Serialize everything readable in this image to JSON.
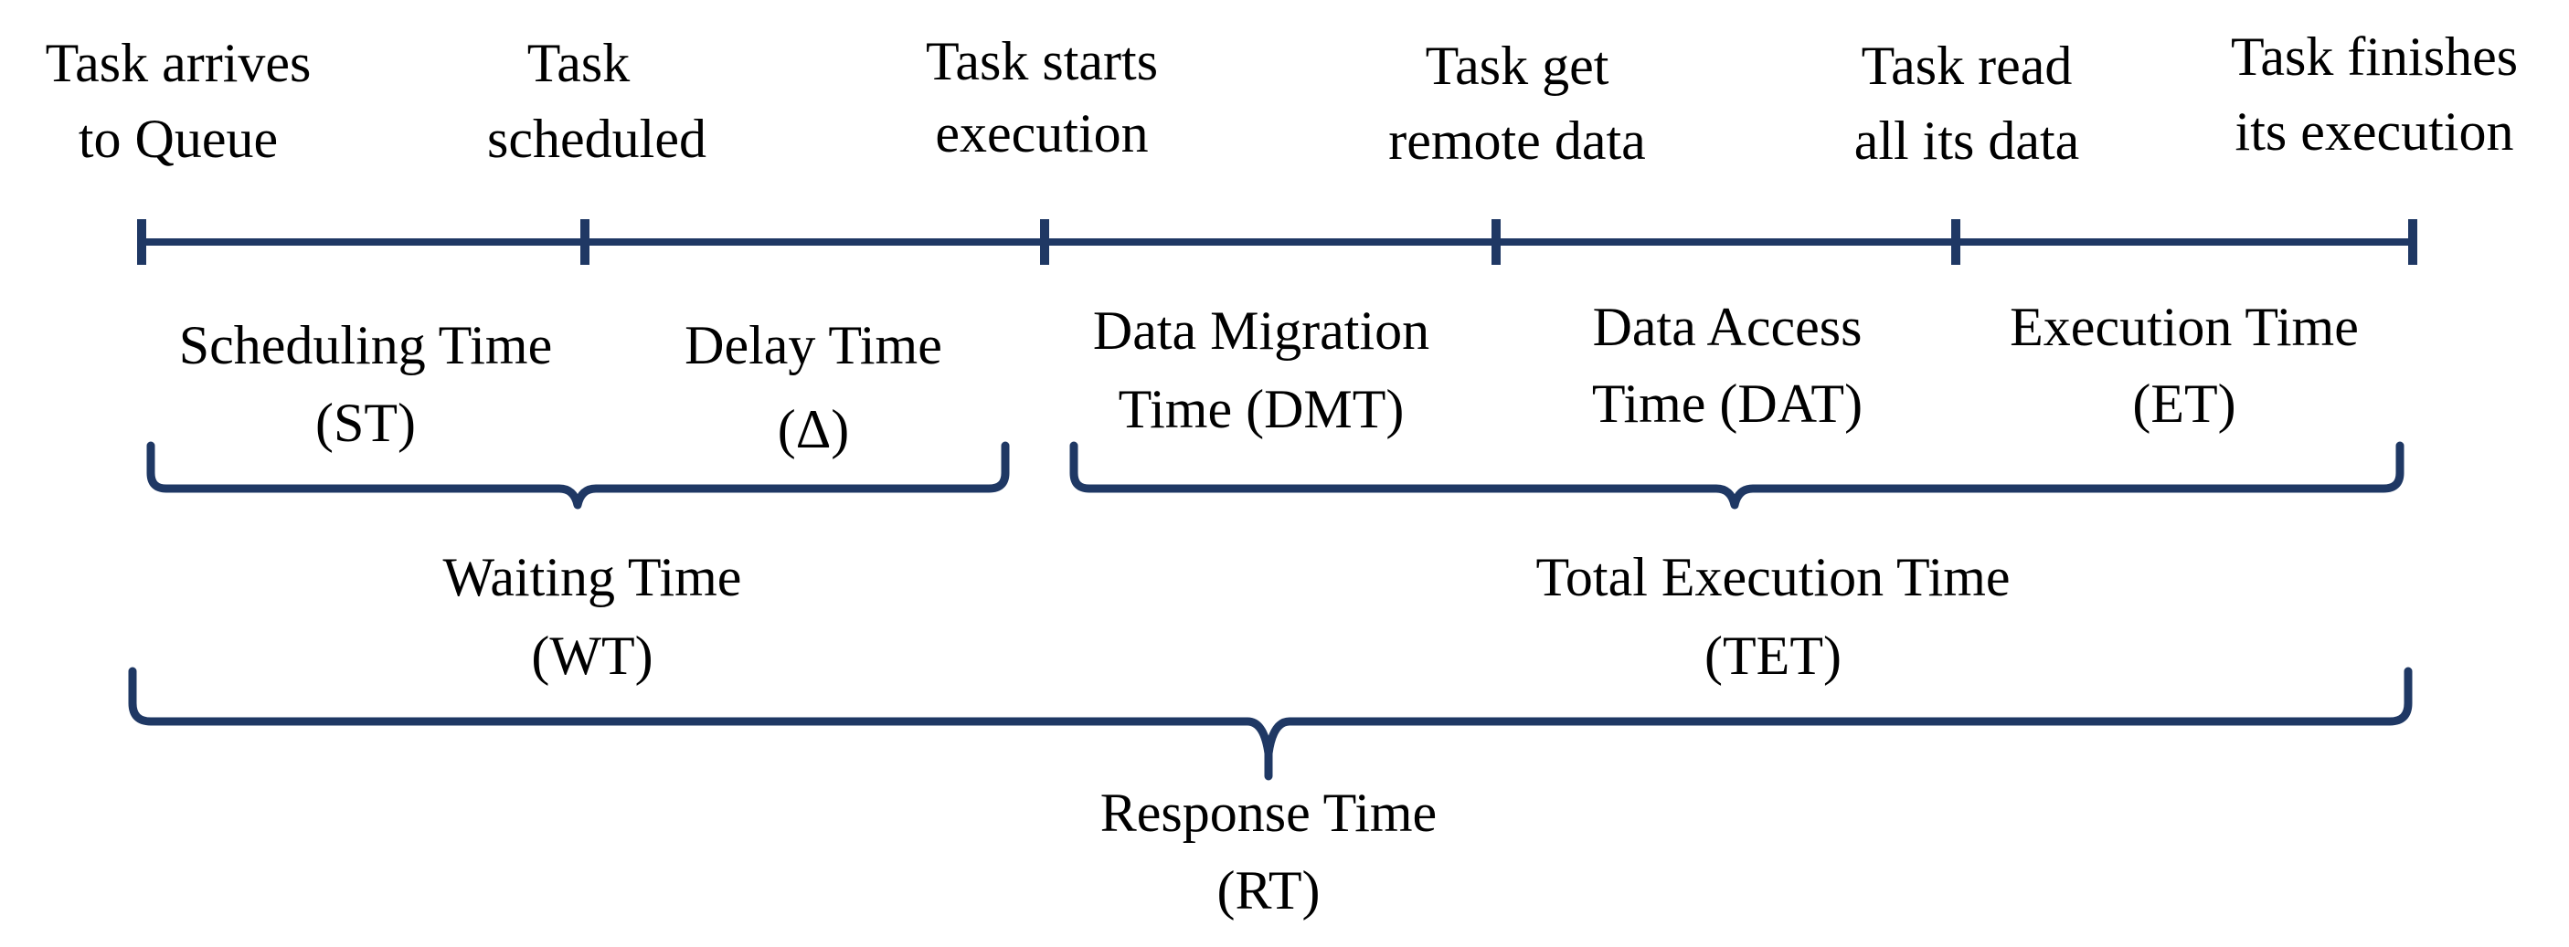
{
  "colors": {
    "line": "#1f3864",
    "text": "#000000",
    "background": "#ffffff"
  },
  "events": [
    {
      "line1": "Task arrives",
      "line2": "to Queue"
    },
    {
      "line1": "Task",
      "line2": "scheduled"
    },
    {
      "line1": "Task starts",
      "line2": "execution"
    },
    {
      "line1": "Task get",
      "line2": "remote data"
    },
    {
      "line1": "Task read",
      "line2": "all its data"
    },
    {
      "line1": "Task finishes",
      "line2": "its execution"
    }
  ],
  "segments": [
    {
      "line1": "Scheduling Time",
      "line2": "(ST)"
    },
    {
      "line1": "Delay Time",
      "line2": "(Δ)"
    },
    {
      "line1": "Data Migration",
      "line2": "Time (DMT)"
    },
    {
      "line1": "Data Access",
      "line2": "Time (DAT)"
    },
    {
      "line1": "Execution Time",
      "line2": "(ET)"
    }
  ],
  "groups": [
    {
      "line1": "Waiting Time",
      "line2": "(WT)"
    },
    {
      "line1": "Total Execution Time",
      "line2": "(TET)"
    }
  ],
  "total": {
    "line1": "Response Time",
    "line2": "(RT)"
  }
}
